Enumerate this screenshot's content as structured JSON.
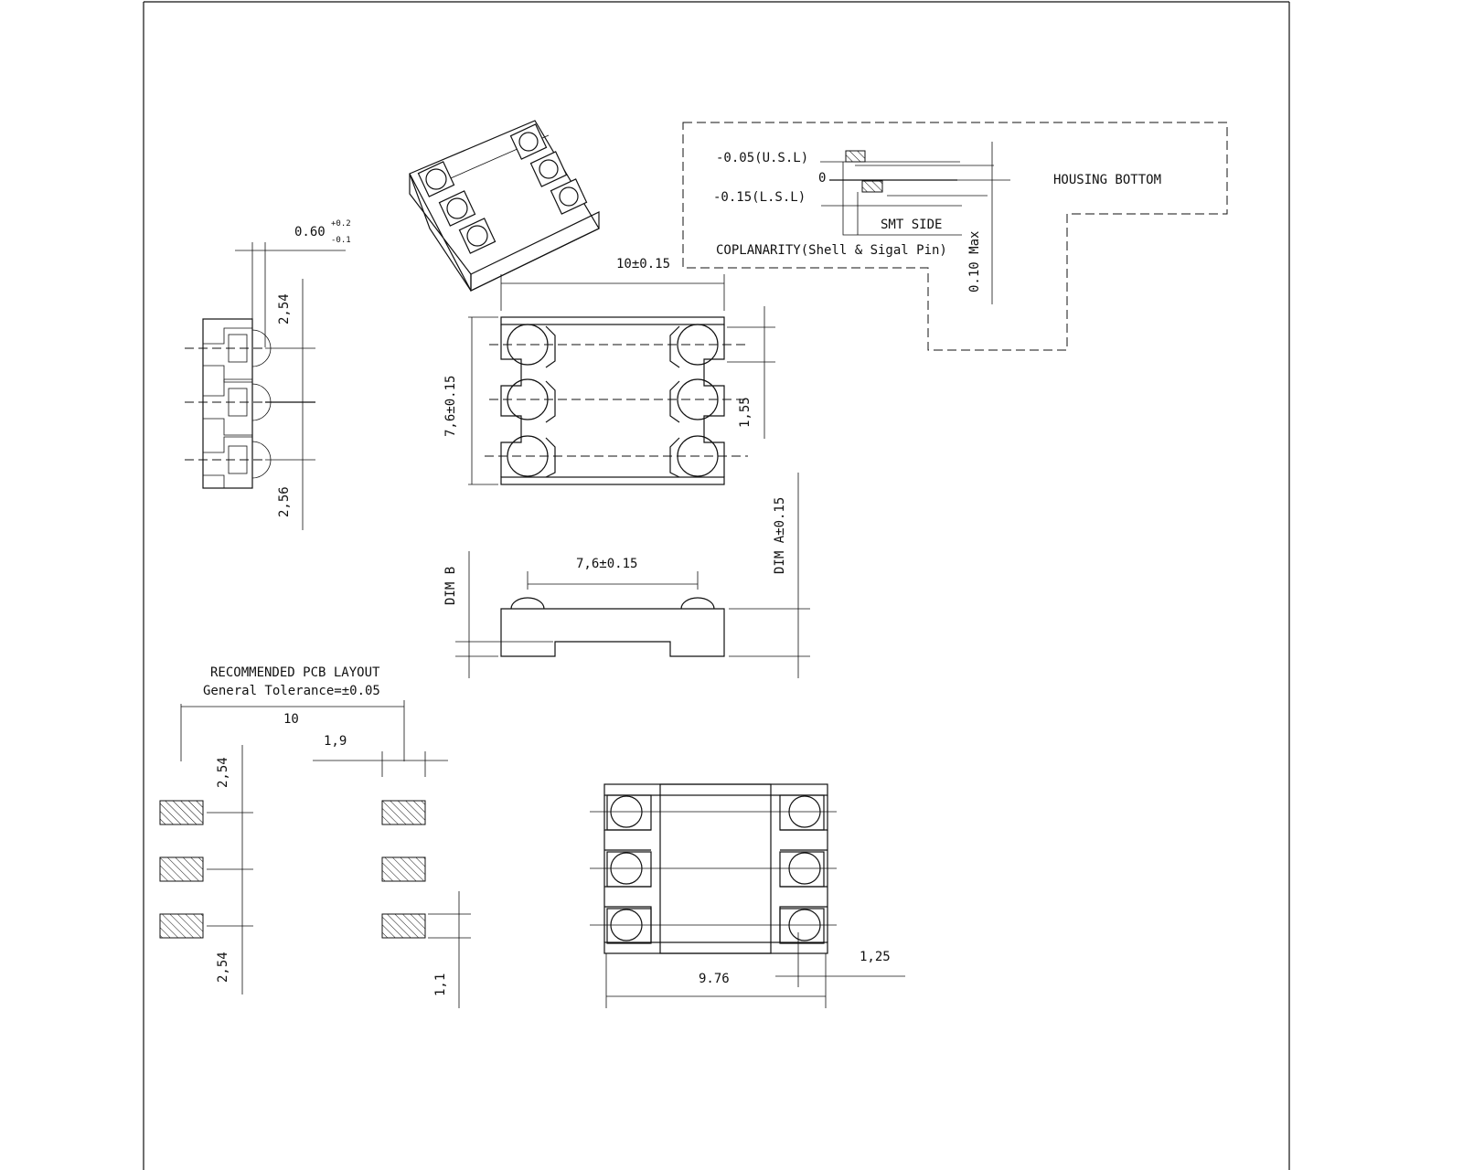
{
  "side_view": {
    "lead_thickness": "0.60",
    "tol_plus": "+0.2",
    "tol_minus": "-0.1",
    "pitch_top": "2,54",
    "pitch_bottom": "2,56"
  },
  "top_view": {
    "width": "10±0.15",
    "height": "7,6±0.15",
    "pad": "1,55"
  },
  "coplanarity": {
    "usl": "-0.05(U.S.L)",
    "zero": "0",
    "lsl": "-0.15(L.S.L)",
    "smt_side": "SMT SIDE",
    "title": "COPLANARITY(Shell & Sigal Pin)",
    "max": "0.10 Max",
    "housing_bottom": "HOUSING BOTTOM"
  },
  "front_view": {
    "span": "7,6±0.15",
    "dim_b": "DIM B",
    "dim_a": "DIM A±0.15"
  },
  "pcb_layout": {
    "title": "RECOMMENDED PCB LAYOUT",
    "tolerance": "General Tolerance=±0.05",
    "width": "10",
    "pad_width": "1,9",
    "pitch_top": "2,54",
    "pitch_bottom": "2,54",
    "pad_height": "1,1"
  },
  "bottom_view": {
    "width": "9.76",
    "pad": "1,25"
  }
}
